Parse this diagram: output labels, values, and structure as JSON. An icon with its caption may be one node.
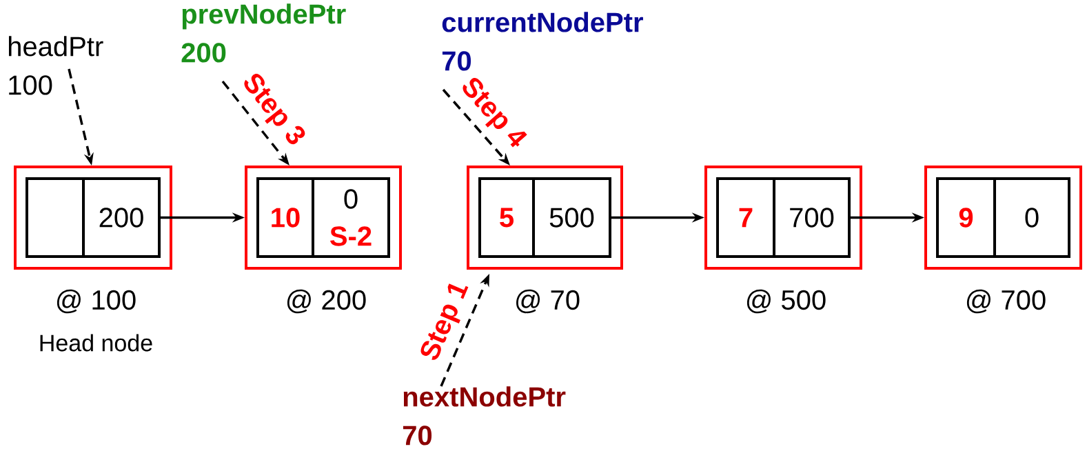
{
  "diagram": {
    "nodes": [
      {
        "text": [],
        "shape": "box",
        "beside": [
          "@ 100",
          "Head node"
        ]
      },
      {
        "text": [],
        "shape": "box",
        "in": 0
      },
      {
        "text": [
          "200"
        ],
        "in": 0
      },
      {
        "text": [],
        "shape": "box",
        "beside": [
          "@ 200"
        ]
      },
      {
        "text": [
          "10"
        ],
        "in": 3
      },
      {
        "text": [
          "0",
          "S-2"
        ],
        "in": 3
      },
      {
        "text": [],
        "shape": "box",
        "beside": [
          "@ 70"
        ]
      },
      {
        "text": [
          "5"
        ],
        "in": 6
      },
      {
        "text": [
          "500"
        ],
        "in": 6
      },
      {
        "text": [],
        "shape": "box",
        "beside": [
          "@ 500"
        ]
      },
      {
        "text": [
          "7"
        ],
        "in": 9
      },
      {
        "text": [
          "700"
        ],
        "in": 9
      },
      {
        "text": [],
        "shape": "box",
        "beside": [
          "@ 700"
        ]
      },
      {
        "text": [
          "9"
        ],
        "in": 12
      },
      {
        "text": [
          "0"
        ],
        "in": 12
      },
      {
        "text": [
          "headPtr",
          "100"
        ]
      },
      {
        "text": [
          "prevNodePtr",
          "200"
        ]
      },
      {
        "text": [
          "currentNodePtr",
          "70"
        ]
      },
      {
        "text": [
          "nextNodePtr",
          "70"
        ]
      }
    ],
    "edges": [
      {
        "from": 2,
        "to": 3,
        "arrow": "to"
      },
      {
        "from": 8,
        "to": 9,
        "arrow": "to"
      },
      {
        "from": 11,
        "to": 12,
        "arrow": "to"
      },
      {
        "from": 15,
        "to": 0,
        "arrow": "to",
        "style": "dashed"
      },
      {
        "from": 16,
        "to": 3,
        "arrow": "to",
        "style": "dashed",
        "label": "Step 3"
      },
      {
        "from": 17,
        "to": 6,
        "arrow": "to",
        "style": "dashed",
        "label": "Step 4"
      },
      {
        "from": 18,
        "to": 6,
        "arrow": "to",
        "style": "dashed",
        "label": "Step 1"
      }
    ]
  }
}
